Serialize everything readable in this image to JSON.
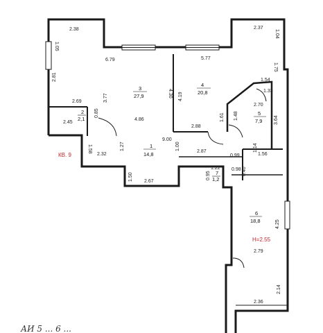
{
  "plan": {
    "apartment_label": "КВ. 9",
    "ceiling_height": "H=2.55",
    "handwritten_note": "АИ 5 ... 6 ...",
    "rooms": [
      {
        "number": "1",
        "area": "14,8"
      },
      {
        "number": "2",
        "area": "2,1"
      },
      {
        "number": "3",
        "area": "27,9"
      },
      {
        "number": "4",
        "area": "20,8"
      },
      {
        "number": "5",
        "area": "7,9"
      },
      {
        "number": "6",
        "area": "18,8"
      },
      {
        "number": "7",
        "area": "1,2"
      }
    ],
    "dims": {
      "d238": "2.38",
      "d105": "1.05",
      "d679": "6.79",
      "d281": "2.81",
      "d269": "2.69",
      "d377": "3.77",
      "d085": "0.85",
      "d245": "2.45",
      "d486": "4.86",
      "d430": "4.30",
      "d419": "4.19",
      "d577": "5.77",
      "d237": "2.37",
      "d104": "1.04",
      "d175": "1.75",
      "d154": "1.54",
      "d133": "1.33",
      "d270": "2.70",
      "d364": "3.64",
      "d161": "1.61",
      "d148": "1.48",
      "d288": "2.88",
      "d900": "9.00",
      "d158": "1.58",
      "d232": "2.32",
      "d127": "1.27",
      "d100": "1.00",
      "d287": "2.87",
      "d099": "0.99",
      "d114": "1.14",
      "d156": "1.56",
      "d122": "1.22",
      "d095": "0.95",
      "d098": "0.98",
      "d040": "0.40",
      "d150": "1.50",
      "d267": "2.67",
      "d425": "4.25",
      "d279": "2.79",
      "d214": "2.14",
      "d236": "2.36"
    }
  }
}
